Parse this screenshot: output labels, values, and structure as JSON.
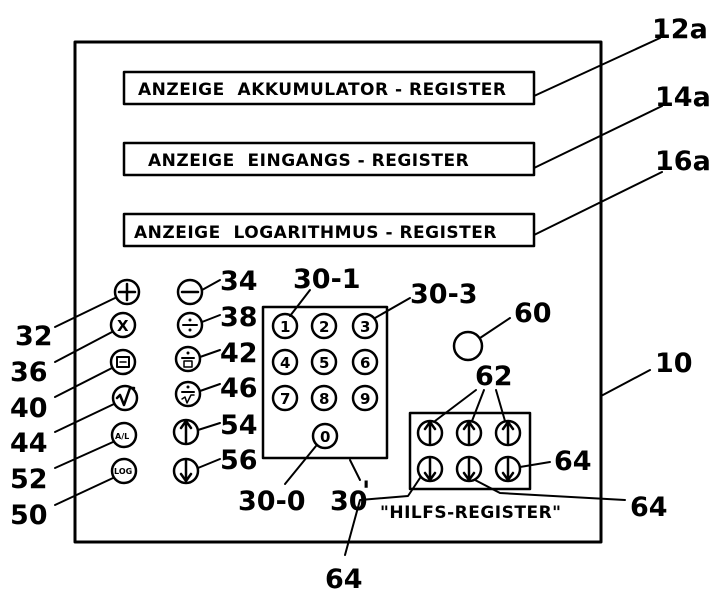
{
  "displays": {
    "accumulator": "ANZEIGE  AKKUMULATOR - REGISTER",
    "input": "ANZEIGE  EINGANGS - REGISTER",
    "logarithm": "ANZEIGE  LOGARITHMUS - REGISTER"
  },
  "refs": {
    "r12a": "12a",
    "r14a": "14a",
    "r16a": "16a",
    "r10": "10",
    "r32": "32",
    "r36": "36",
    "r40": "40",
    "r44": "44",
    "r52": "52",
    "r50": "50",
    "r34": "34",
    "r38": "38",
    "r42": "42",
    "r46": "46",
    "r54": "54",
    "r56": "56",
    "r30_1": "30-1",
    "r30_3": "30-3",
    "r30_0": "30-0",
    "r30prime": "30",
    "prime": "'",
    "r60": "60",
    "r62": "62",
    "r64_right": "64",
    "r64_mid": "64",
    "r64_bottom": "64"
  },
  "keys": {
    "plus": "+",
    "times": "X",
    "percent_box": "□",
    "root": "√",
    "ax": "A/L",
    "log": "LOG",
    "minus": "−",
    "divide": "÷",
    "d1": "1",
    "d2": "2",
    "d3": "3",
    "d4": "4",
    "d5": "5",
    "d6": "6",
    "d7": "7",
    "d8": "8",
    "d9": "9",
    "d0": "0"
  },
  "aux_register_label": "\"HILFS-REGISTER\"",
  "icons": [
    "arrow-up-icon",
    "arrow-down-icon",
    "plus-key-icon",
    "minus-key-icon"
  ]
}
